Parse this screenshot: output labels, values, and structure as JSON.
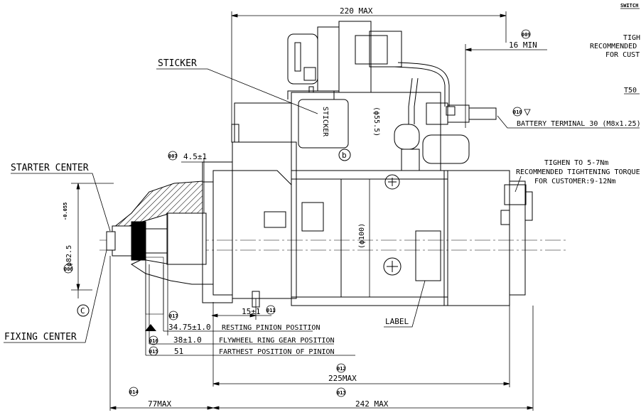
{
  "labels": {
    "dim_220": "220 MAX",
    "dim_16": "16 MIN",
    "sticker_callout": "STICKER",
    "sticker_body": "STICKER",
    "dia_55": "(ϕ55.5)",
    "b_mark": "b",
    "battery_terminal": "BATTERY TERMINAL 30 (M8x1.25)",
    "starter_center": "STARTER CENTER",
    "fixing_center": "FIXING CENTER",
    "c_mark": "C",
    "dim_45": "4.5±1",
    "dia_82": "ϕ82.5",
    "dia_82_tol": "-0.055",
    "dia_100": "(ϕ100)",
    "tighten_1": "TIGHEN TO 5-7Nm",
    "tighten_2": "RECOMMENDED TIGHTENING TORQUE",
    "tighten_3": "FOR CUSTOMER:9-12Nm",
    "top_right_1": "TIGH",
    "top_right_2": "RECOMMENDED",
    "top_right_3": "FOR CUST",
    "t50": "T50",
    "switch": "SWITCH",
    "dim_15": "15±1",
    "label_callout": "LABEL",
    "dim_3475": "34.75±1.0",
    "resting": "RESTING PINION POSITION",
    "dim_38": "38±1.0",
    "flywheel": "FLYWHEEL RING GEAR POSITION",
    "dim_51": "51",
    "farthest": "FARTHEST POSITION OF PINION",
    "dim_225": "225MAX",
    "dim_77": "77MAX",
    "dim_242": "242 MAX"
  },
  "balloons": {
    "b006": "006",
    "b007": "007",
    "b009": "009",
    "b010": "010",
    "b011": "011",
    "b012": "012",
    "b013": "013",
    "b014": "014",
    "b015": "015",
    "b016": "016",
    "b017": "017"
  }
}
